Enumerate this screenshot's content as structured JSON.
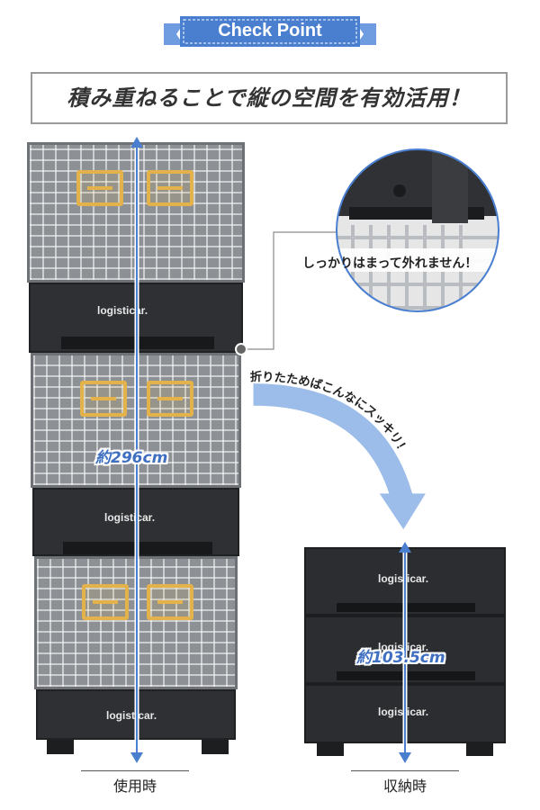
{
  "banner": {
    "label": "Check Point"
  },
  "headline": "積み重ねることで縦の空間を有効活用！",
  "callout": {
    "text": "しっかりはまって外れません！"
  },
  "transition": {
    "text": "折りたためばこんなにスッキリ！"
  },
  "used_state": {
    "height_label": "約296cm",
    "caption": "使用時"
  },
  "stored_state": {
    "height_label": "約103.5cm",
    "caption": "収納時"
  },
  "brand": {
    "logo_text": "logisticar."
  },
  "colors": {
    "accent": "#4a7fd0",
    "arrow": "#7aa6e0",
    "handle": "#e3b24a",
    "dark_plastic": "#2e3033"
  }
}
